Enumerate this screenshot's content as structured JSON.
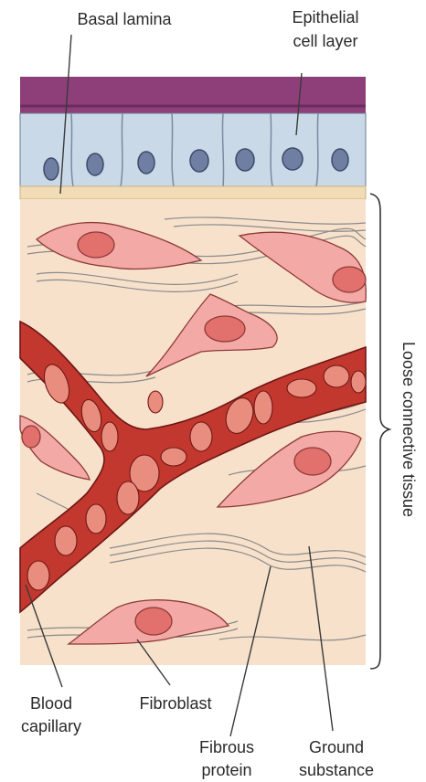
{
  "labels": {
    "basal_lamina": "Basal lamina",
    "epithelial_line1": "Epithelial",
    "epithelial_line2": "cell layer",
    "loose_connective_tissue": "Loose connective tissue",
    "blood_capillary_line1": "Blood",
    "blood_capillary_line2": "capillary",
    "fibroblast": "Fibroblast",
    "fibrous_protein_line1": "Fibrous",
    "fibrous_protein_line2": "protein",
    "ground_substance_line1": "Ground",
    "ground_substance_line2": "substance"
  },
  "colors": {
    "apical_layer": "#8e3f7a",
    "epithelial_cells": "#c9d9e8",
    "nuclei": "#6f7fa4",
    "basal_lamina": "#f1dcb5",
    "ground_substance": "#f7e1cb",
    "capillary": "#c2382f",
    "red_cells": "#e98d7e",
    "fibroblast": "#f3a9a5",
    "fibroblast_nucleus": "#e2706c",
    "fibers": "#8a8a8a"
  }
}
